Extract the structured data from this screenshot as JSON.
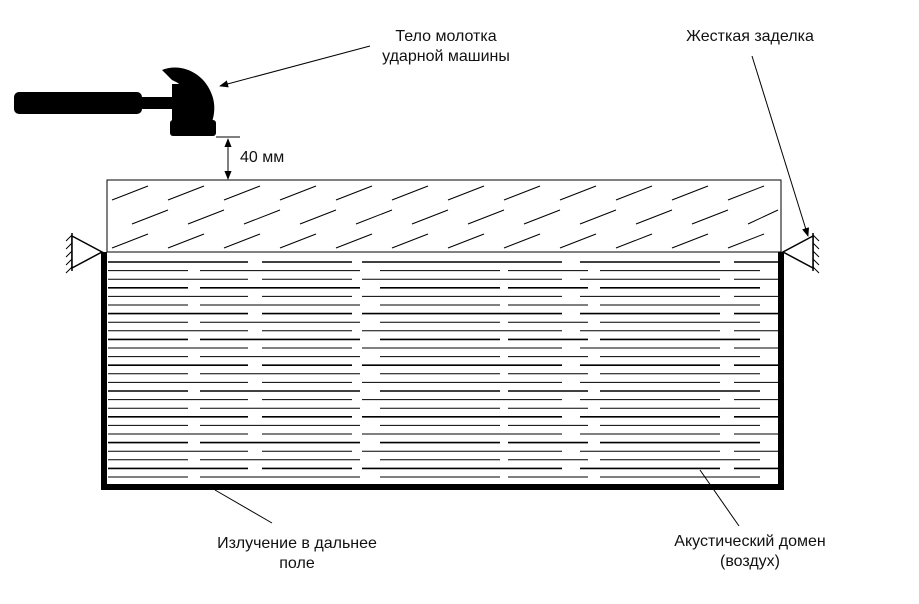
{
  "labels": {
    "hammer": {
      "line1": "Тело молотка",
      "line2": "ударной машины"
    },
    "fixed": "Жесткая заделка",
    "gap": "40 мм",
    "radiation": {
      "line1": "Излучение в дальнее",
      "line2": "поле"
    },
    "acoustic": {
      "line1": "Акустический домен",
      "line2": "(воздух)"
    }
  },
  "colors": {
    "ink": "#000000",
    "background": "#ffffff"
  },
  "icons": [
    "hammer-icon",
    "fixed-support-icon"
  ]
}
